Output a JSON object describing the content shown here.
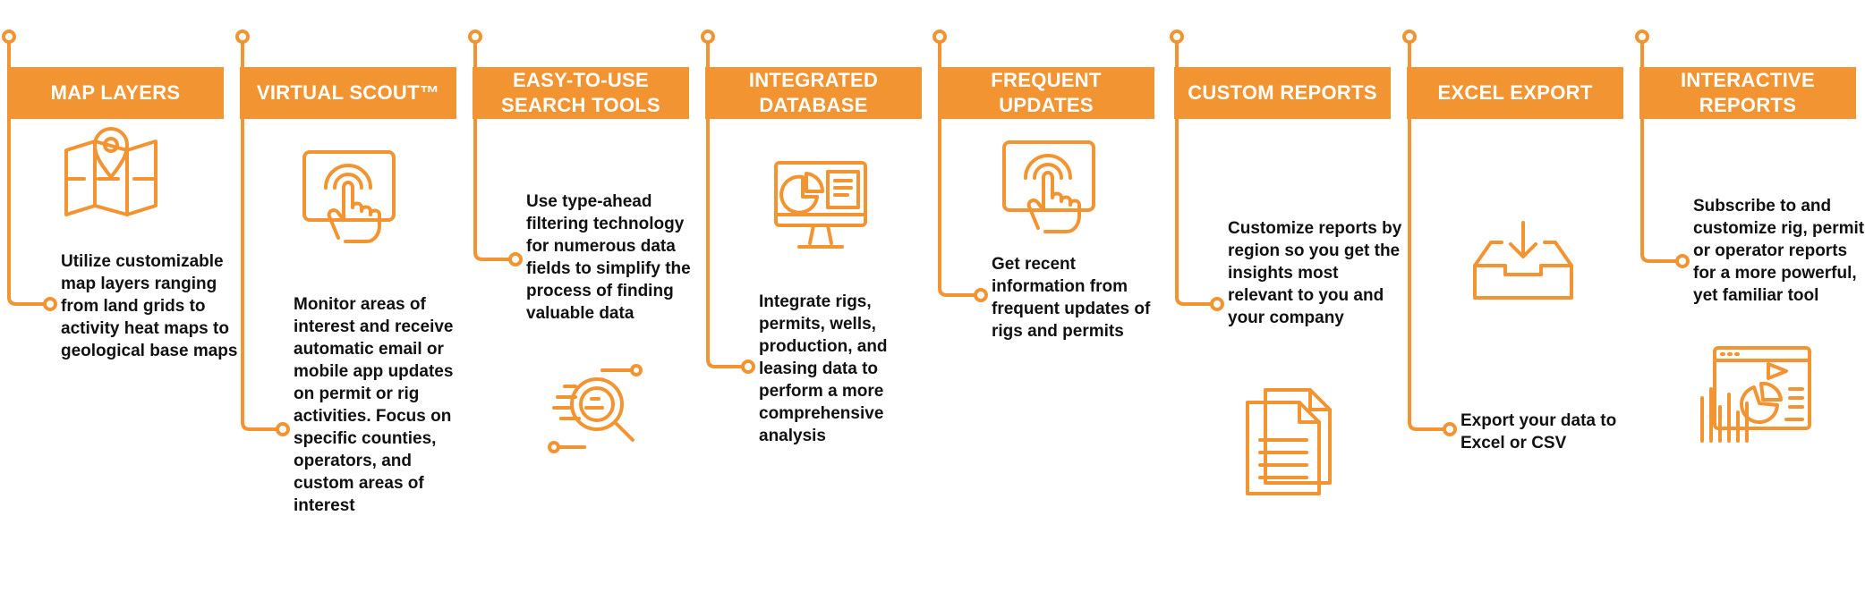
{
  "features": [
    {
      "title": "MAP LAYERS",
      "icon": "map-pin-icon",
      "description": "Utilize customizable map layers ranging from land grids to activity heat maps to geological base maps"
    },
    {
      "title": "VIRTUAL SCOUT™",
      "icon": "touch-screen-icon",
      "description": "Monitor areas of interest and receive automatic email or mobile app updates on permit or rig activities. Focus on specific counties, operators, and custom areas of interest"
    },
    {
      "title": "EASY-TO-USE\nSEARCH TOOLS",
      "icon": "magnifier-search-icon",
      "description": "Use type-ahead filtering technology for numerous data fields to simplify the process of finding valuable data"
    },
    {
      "title": "INTEGRATED\nDATABASE",
      "icon": "monitor-dashboard-icon",
      "description": "Integrate rigs, permits, wells, production, and leasing data to perform a more comprehensive analysis"
    },
    {
      "title": "FREQUENT UPDATES",
      "icon": "touch-screen-icon",
      "description": "Get recent information from frequent updates of rigs and permits"
    },
    {
      "title": "CUSTOM REPORTS",
      "icon": "documents-icon",
      "description": "Customize reports by region so you get the insights most relevant to you and your company"
    },
    {
      "title": "EXCEL EXPORT",
      "icon": "download-tray-icon",
      "description": "Export your data to Excel or CSV"
    },
    {
      "title": "INTERACTIVE\nREPORTS",
      "icon": "analytics-report-icon",
      "description": "Subscribe to and customize rig, permit, or operator reports for a more powerful, yet familiar tool"
    }
  ],
  "colors": {
    "accent": "#f39432",
    "text": "#111111",
    "background": "#ffffff"
  }
}
